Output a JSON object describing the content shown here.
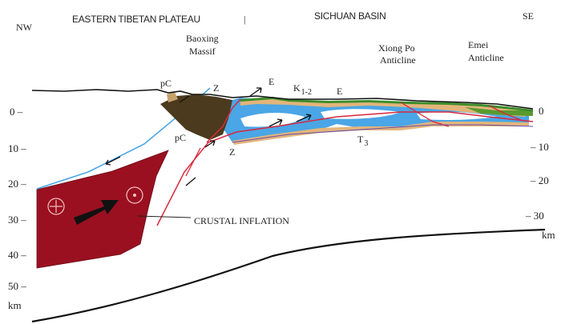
{
  "header": {
    "nw": "NW",
    "plateau": "EASTERN TIBETAN PLATEAU",
    "divider": "|",
    "basin": "SICHUAN BASIN",
    "se": "SE"
  },
  "features": {
    "baoxing_1": "Baoxing",
    "baoxing_2": "Massif",
    "xiongpo_1": "Xiong Po",
    "xiongpo_2": "Anticline",
    "emei_1": "Emei",
    "emei_2": "Anticline"
  },
  "units": {
    "pc_top": "pC",
    "pc_bottom": "pC",
    "z_top": "Z",
    "z_bottom": "Z",
    "e_left": "E",
    "e_right": "E",
    "k": "K",
    "k_sub": "1-2",
    "t": "T",
    "t_sub": "3"
  },
  "annotation": "CRUSTAL INFLATION",
  "left_axis": [
    "0 –",
    "10 –",
    "20 –",
    "30 –",
    "40 –",
    "50 –",
    "km"
  ],
  "right_axis": [
    "0",
    "– 10",
    "– 20",
    "– 30",
    "km"
  ],
  "colors": {
    "lower_crust": "#9a1020",
    "triassic": "#4aa6e6",
    "cretaceous": "#e3b57a",
    "tertiary": "#3c8c2a",
    "massif": "#4b3a1e",
    "fault": "#d8283c"
  }
}
